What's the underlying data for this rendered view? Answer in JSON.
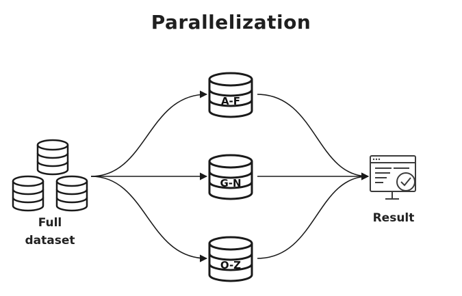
{
  "title": "Parallelization",
  "source": {
    "label_line1": "Full",
    "label_line2": "dataset"
  },
  "shards": [
    {
      "id": "shard-af",
      "label": "A-F"
    },
    {
      "id": "shard-gn",
      "label": "G-N"
    },
    {
      "id": "shard-oz",
      "label": "O-Z"
    }
  ],
  "result": {
    "label": "Result"
  },
  "colors": {
    "stroke": "#1a1a1a",
    "accent": "#3a3a3a"
  }
}
